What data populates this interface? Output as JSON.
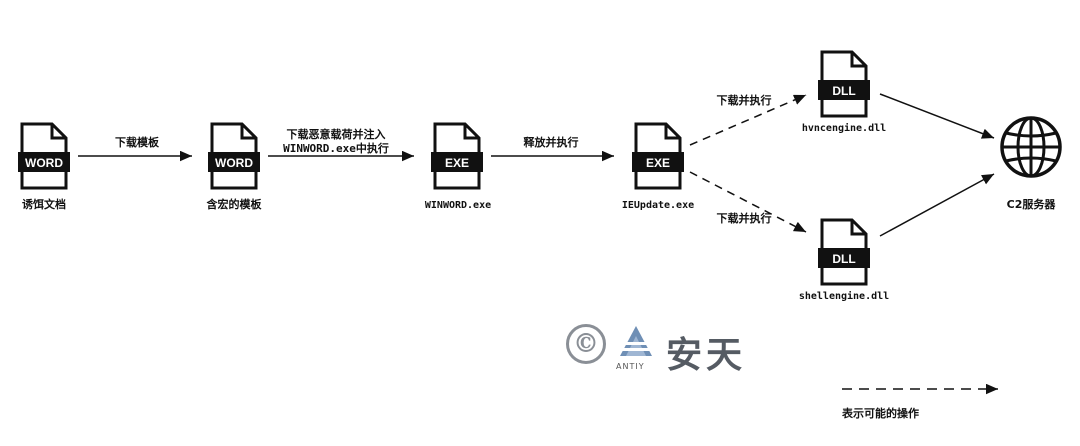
{
  "nodes": {
    "bait_doc": {
      "icon_text": "WORD",
      "label": "诱饵文档"
    },
    "macro_template": {
      "icon_text": "WORD",
      "label": "含宏的模板"
    },
    "winword": {
      "icon_text": "EXE",
      "label": "WINWORD.exe"
    },
    "ieupdate": {
      "icon_text": "EXE",
      "label": "IEUpdate.exe"
    },
    "hvnc": {
      "icon_text": "DLL",
      "label": "hvncengine.dll"
    },
    "shell": {
      "icon_text": "DLL",
      "label": "shellengine.dll"
    },
    "c2": {
      "label": "C2服务器"
    }
  },
  "edges": {
    "download_template": "下载模板",
    "download_inject_line1": "下载恶意载荷并注入",
    "download_inject_line2": "WINWORD.exe中执行",
    "release_execute": "释放并执行",
    "download_execute_top": "下载并执行",
    "download_execute_bottom": "下载并执行"
  },
  "watermark": {
    "symbol": "©",
    "brand": "安天",
    "sub": "ANTIY"
  },
  "legend": {
    "label": "表示可能的操作"
  },
  "colors": {
    "icon": "#111111",
    "watermark_primary": "#555b63",
    "watermark_accent": "#8a8f96"
  }
}
